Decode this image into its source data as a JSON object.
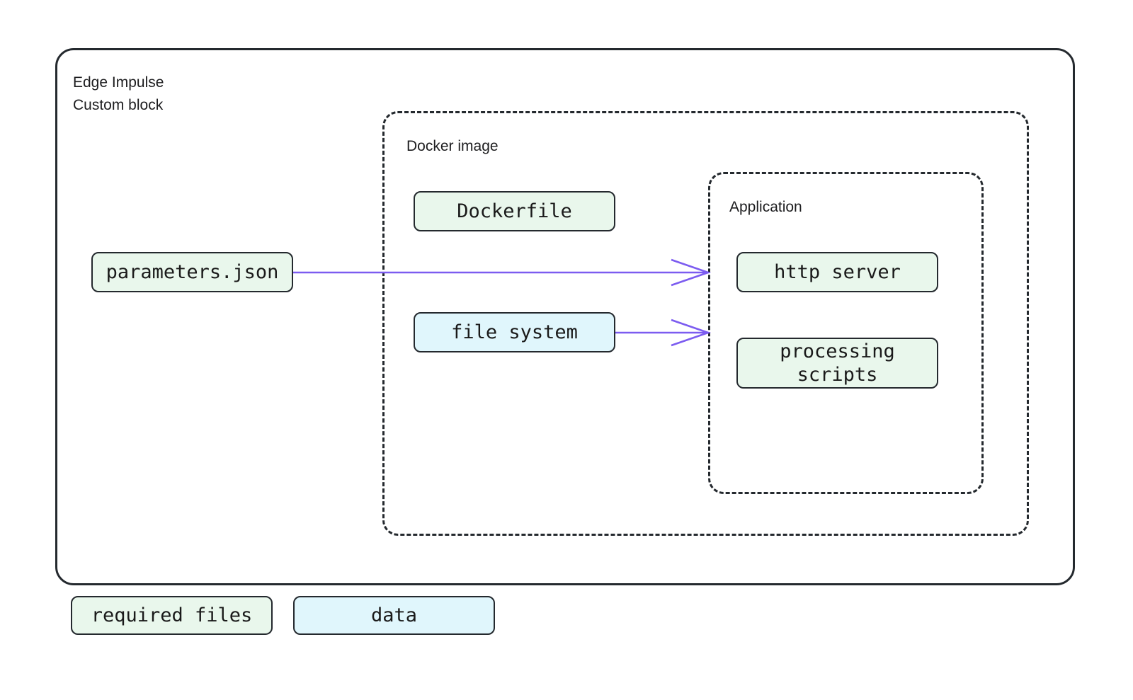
{
  "diagram": {
    "title": "Edge Impulse Custom block architecture",
    "background": "#ffffff",
    "colors": {
      "border": "#24292e",
      "required_files_fill": "#e9f7ec",
      "data_fill": "#e0f6fc",
      "arrow": "#7c5cf0",
      "text": "#1a1a1a"
    }
  },
  "containers": {
    "outer": {
      "label": "Edge Impulse\nCustom block",
      "border_style": "solid"
    },
    "docker": {
      "label": "Docker image",
      "border_style": "dashed"
    },
    "application": {
      "label": "Application",
      "border_style": "dashed"
    }
  },
  "nodes": {
    "parameters": {
      "label": "parameters.json",
      "category": "required files"
    },
    "dockerfile": {
      "label": "Dockerfile",
      "category": "required files"
    },
    "file_system": {
      "label": "file system",
      "category": "data"
    },
    "http_server": {
      "label": "http server",
      "category": "required files"
    },
    "processing_scripts": {
      "label": "processing\nscripts",
      "category": "required files"
    }
  },
  "edges": [
    {
      "from": "parameters.json",
      "to": "Application",
      "style": "arrow",
      "color": "#7c5cf0"
    },
    {
      "from": "file system",
      "to": "Application",
      "style": "arrow",
      "color": "#7c5cf0"
    }
  ],
  "legend": {
    "required_files": "required files",
    "data": "data"
  }
}
